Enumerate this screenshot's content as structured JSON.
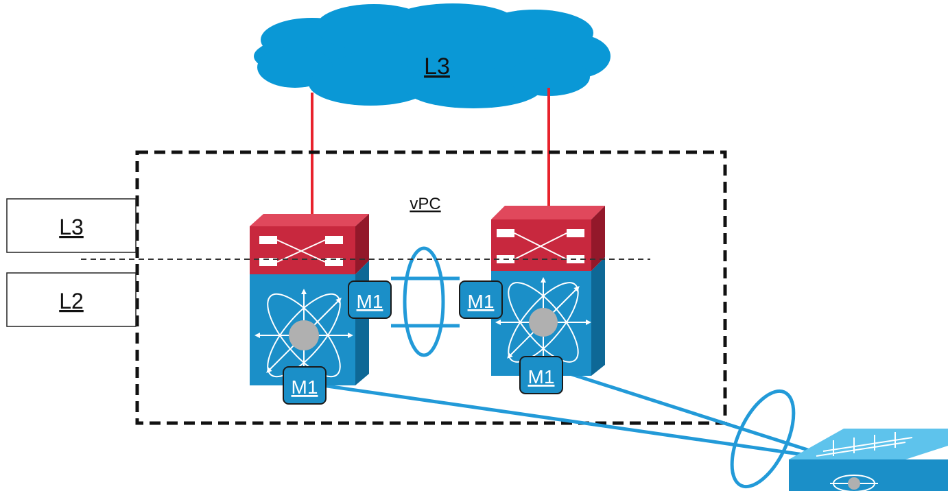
{
  "cloud": {
    "label": "L3"
  },
  "vpc_domain": {
    "label": "vPC"
  },
  "layer_boxes": [
    {
      "label": "L3"
    },
    {
      "label": "L2"
    }
  ],
  "switches": [
    {
      "port_top": "M1",
      "port_bottom": "M1"
    },
    {
      "port_top": "M1",
      "port_bottom": "M1"
    }
  ],
  "colors": {
    "cloud_blue": "#0a98d6",
    "switch_blue": "#1b8fc8",
    "switch_blue_dark": "#0e6896",
    "router_red": "#c8283e",
    "router_red_dark": "#93182a",
    "uplink_red": "#e8222c",
    "link_blue": "#229ad8",
    "hub_gray": "#b0b0b0"
  }
}
